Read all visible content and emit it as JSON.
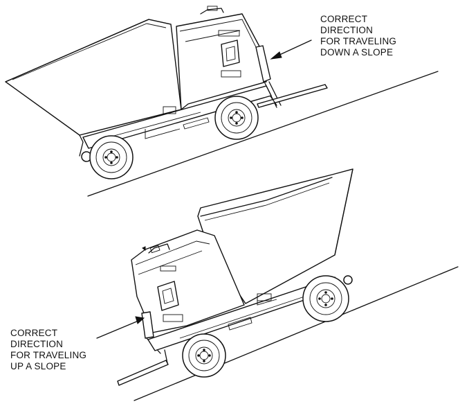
{
  "captions": {
    "down": {
      "line1": "CORRECT",
      "line2": "DIRECTION",
      "line3": "FOR TRAVELING",
      "line4": "DOWN A SLOPE"
    },
    "up": {
      "line1": "CORRECT",
      "line2": "DIRECTION",
      "line3": "FOR TRAVELING",
      "line4": "UP A SLOPE"
    }
  }
}
